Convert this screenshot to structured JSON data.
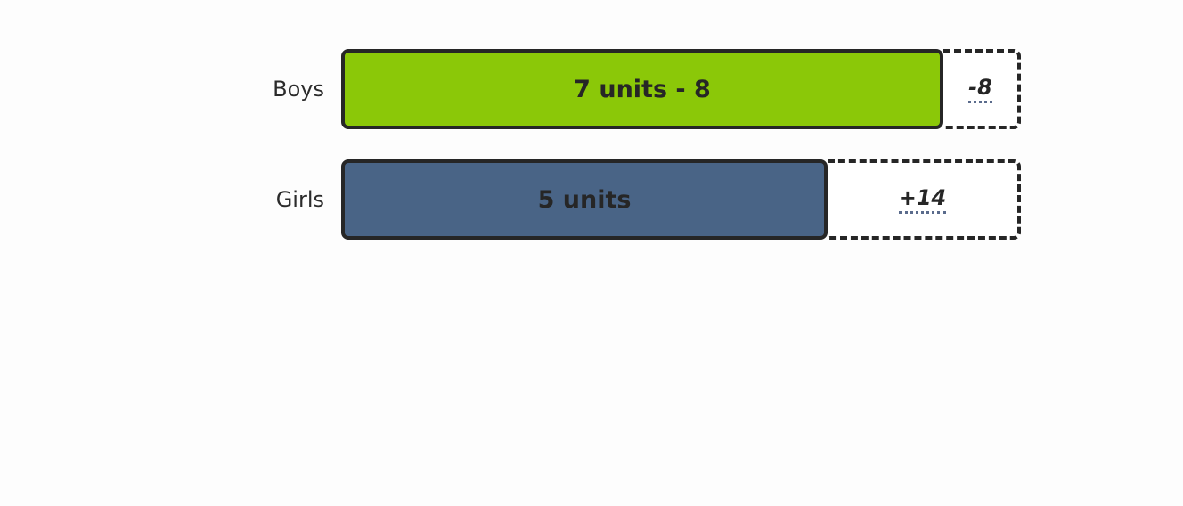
{
  "rows": [
    {
      "label": "Boys",
      "bar_text": "7 units - 8",
      "bar_color": "#8bc808",
      "extension_text": "-8"
    },
    {
      "label": "Girls",
      "bar_text": "5 units",
      "bar_color": "#496486",
      "extension_text": "+14"
    }
  ],
  "colors": {
    "outline": "#262626",
    "dotted_underline": "#5a6b8c",
    "background": "#fdfdfd"
  }
}
